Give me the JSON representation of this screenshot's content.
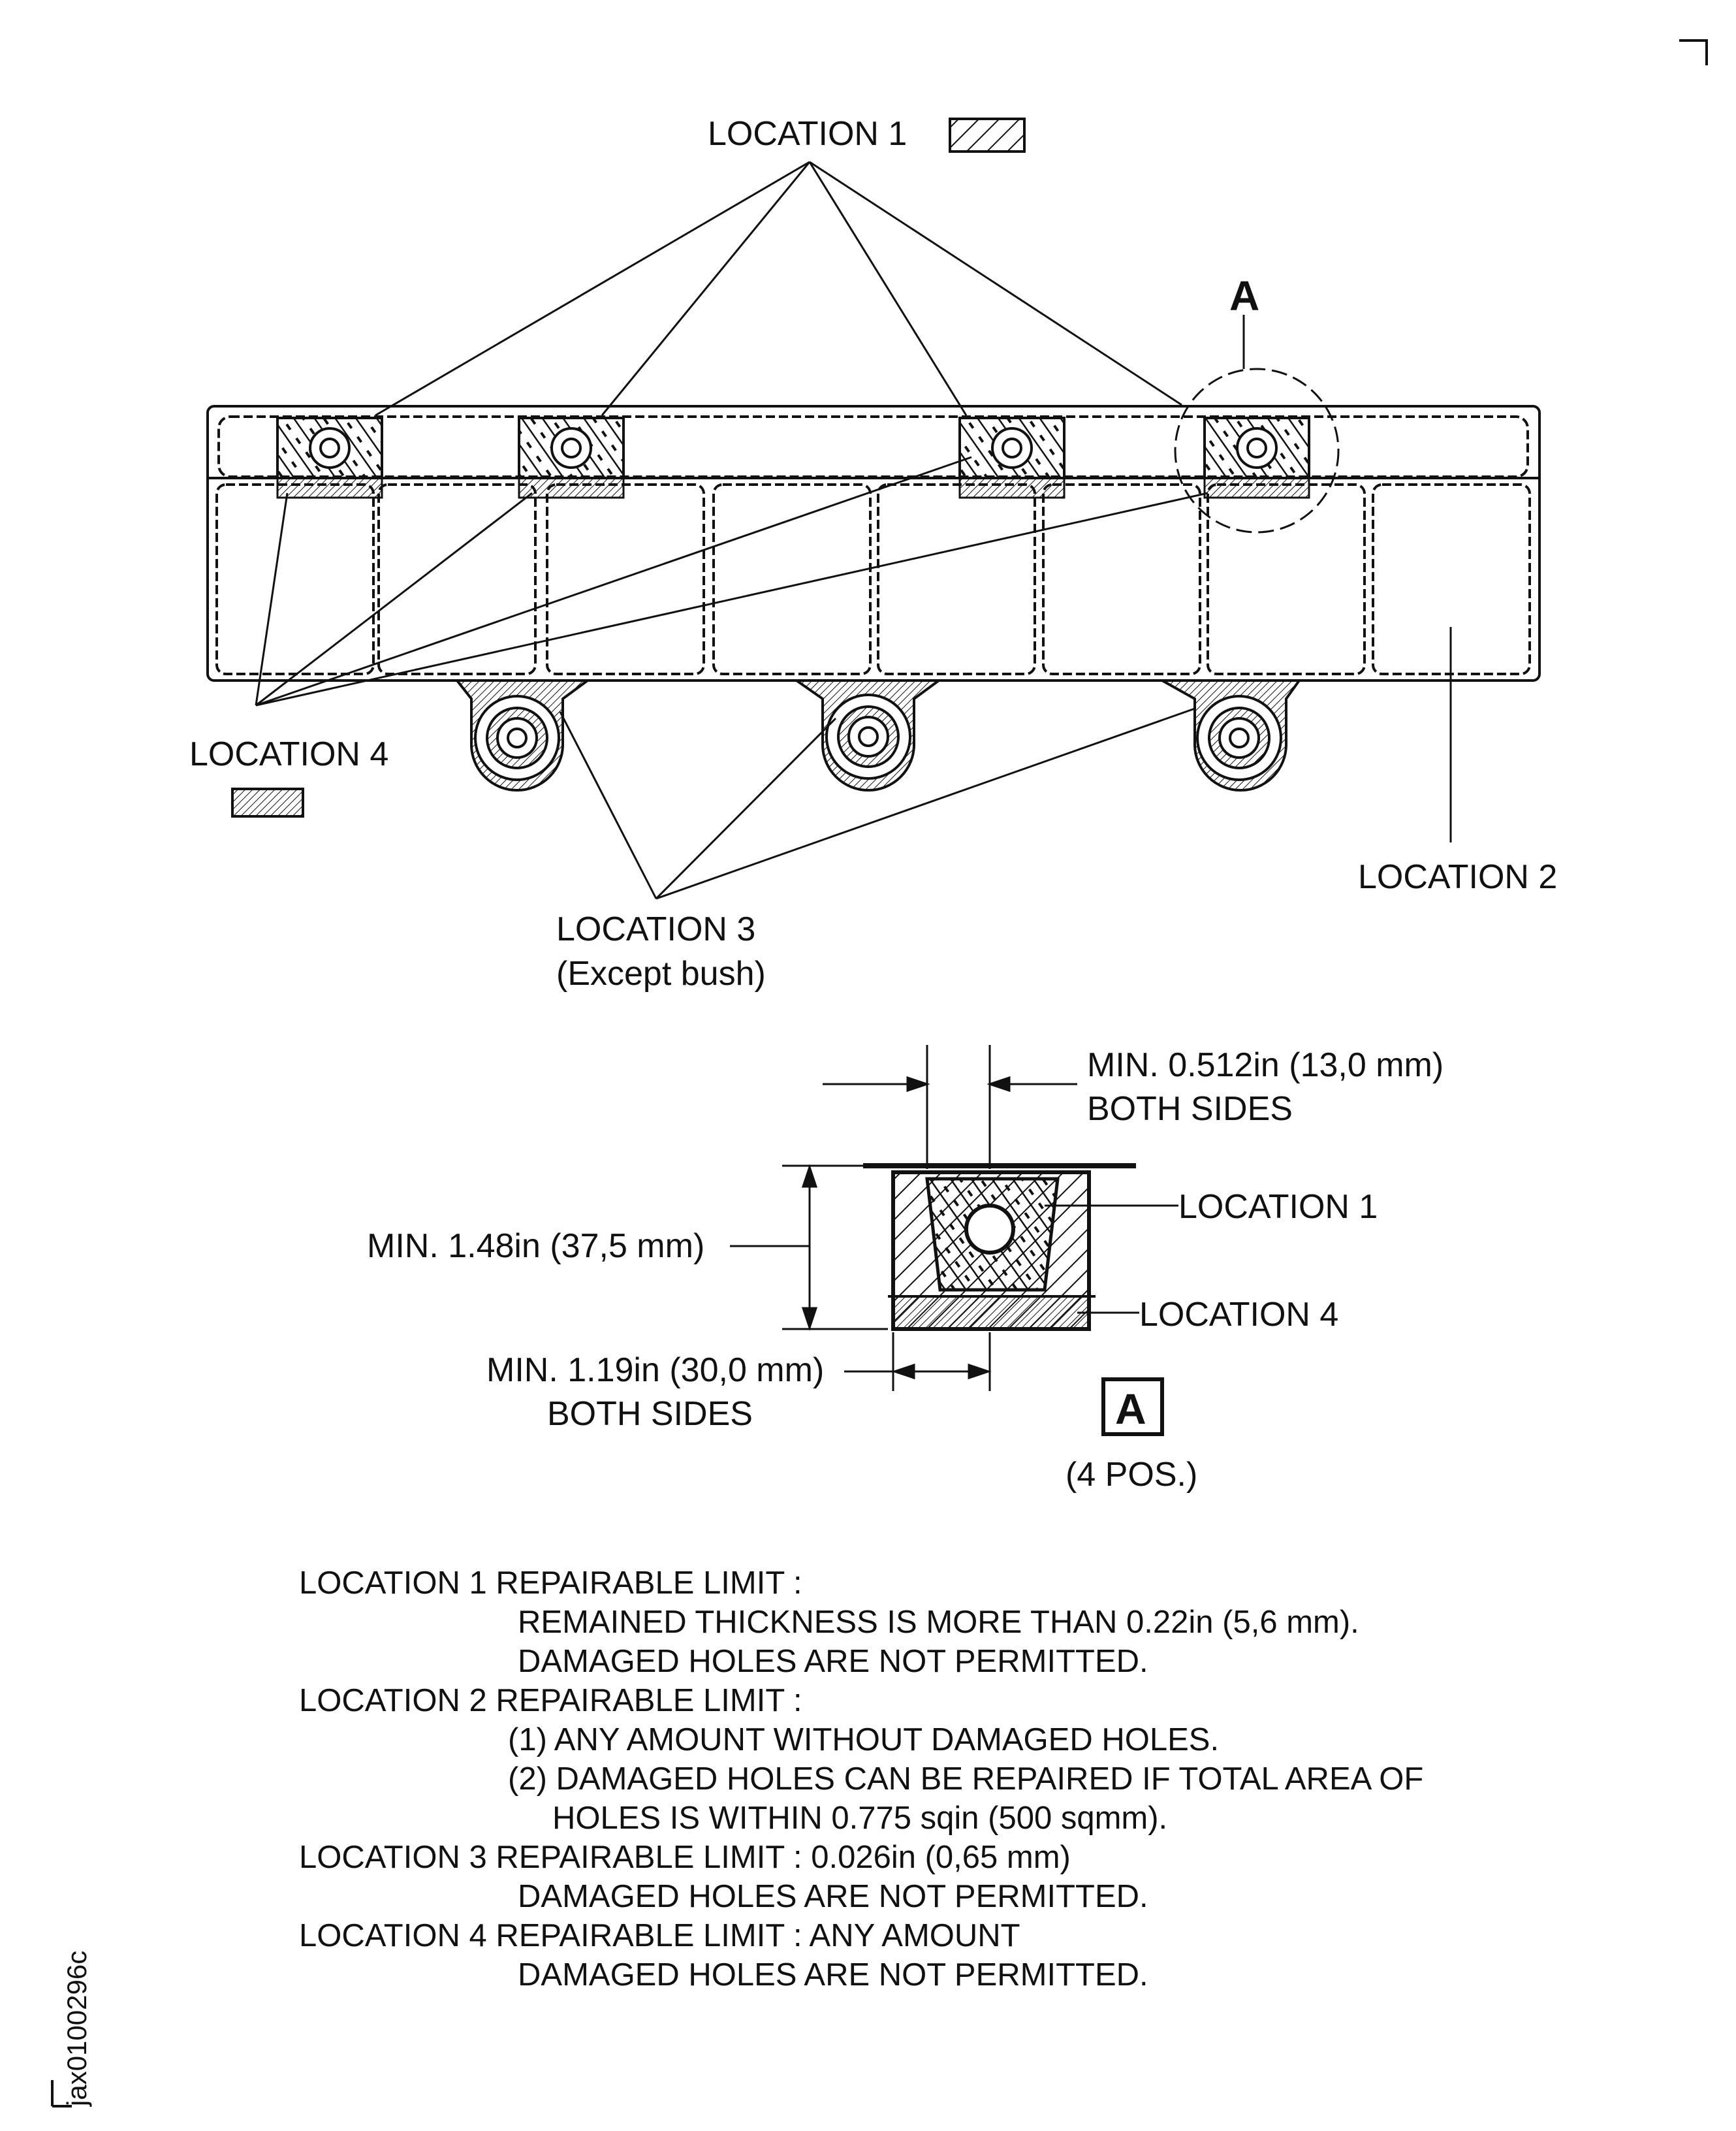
{
  "labels": {
    "loc1_top": "LOCATION  1",
    "detail_letter": "A",
    "loc4_left": "LOCATION  4",
    "loc2_right": "LOCATION  2",
    "loc3_main": "LOCATION  3",
    "loc3_sub": "(Except  bush)"
  },
  "detail": {
    "top_dim_1": "MIN.  0.512in (13,0 mm)",
    "top_dim_2": "BOTH  SIDES",
    "height_dim": "MIN. 1.48in (37,5 mm)",
    "bottom_dim_1": "MIN. 1.19in (30,0 mm)",
    "bottom_dim_2": "BOTH  SIDES",
    "loc1": "LOCATION  1",
    "loc4": "LOCATION  4",
    "view_letter": "A",
    "positions": "(4  POS.)"
  },
  "notes": [
    {
      "text": "LOCATION  1  REPAIRABLE  LIMIT :"
    },
    {
      "text": "REMAINED  THICKNESS  IS  MORE  THAN  0.22in (5,6 mm)."
    },
    {
      "text": "DAMAGED  HOLES  ARE  NOT  PERMITTED."
    },
    {
      "text": "LOCATION  2  REPAIRABLE  LIMIT :"
    },
    {
      "text": "(1) ANY  AMOUNT  WITHOUT  DAMAGED  HOLES."
    },
    {
      "text": "(2) DAMAGED  HOLES  CAN  BE  REPAIRED  IF  TOTAL  AREA  OF"
    },
    {
      "text": "HOLES  IS  WITHIN  0.775 sqin (500 sqmm)."
    },
    {
      "text": "LOCATION  3  REPAIRABLE  LIMIT : 0.026in (0,65 mm)"
    },
    {
      "text": "DAMAGED  HOLES  ARE  NOT  PERMITTED."
    },
    {
      "text": "LOCATION  4  REPAIRABLE  LIMIT : ANY  AMOUNT"
    },
    {
      "text": "DAMAGED  HOLES  ARE  NOT  PERMITTED."
    }
  ],
  "figure_id": "jax0100296c"
}
